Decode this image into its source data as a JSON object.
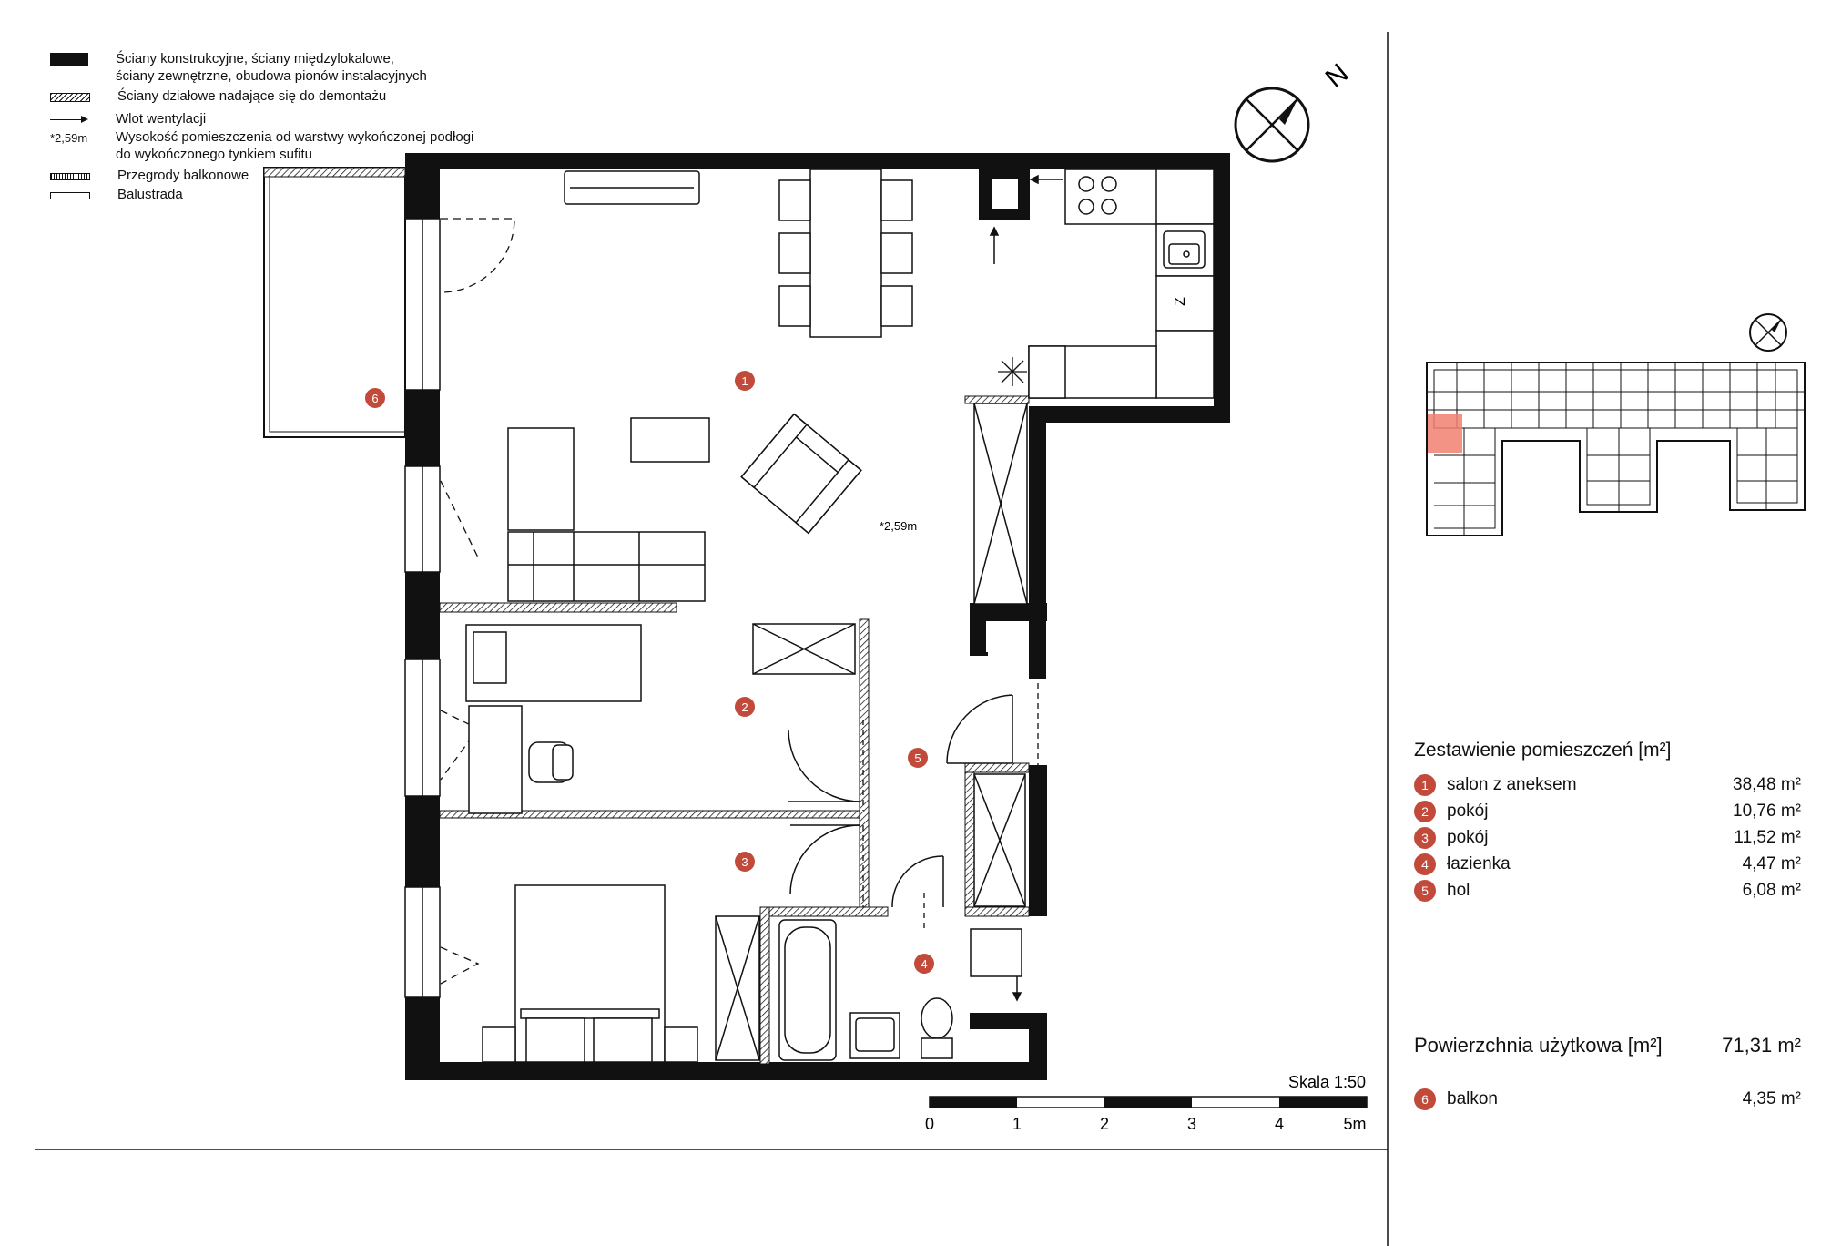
{
  "legend": {
    "structural": "Ściany konstrukcyjne, ściany międzylokalowe,",
    "structural_2": "ściany zewnętrzne, obudowa pionów instalacyjnych",
    "partition": "Ściany działowe nadające się do demontażu",
    "ventilation": "Wlot wentylacji",
    "height_mark": "*2,59m",
    "height_desc": "Wysokość pomieszczenia od warstwy wykończonej podłogi",
    "height_desc_2": "do wykończonego tynkiem sufitu",
    "balcony_barriers": "Przegrody balkonowe",
    "balustrade": "Balustrada"
  },
  "compass": {
    "north": "N"
  },
  "plan": {
    "room_numbers": [
      "1",
      "2",
      "3",
      "4",
      "5",
      "6"
    ],
    "height_annotation": "*2,59m",
    "fridge_label": "Z"
  },
  "scale": {
    "title": "Skala 1:50",
    "ticks": [
      "0",
      "1",
      "2",
      "3",
      "4",
      "5m"
    ]
  },
  "rooms_panel": {
    "title": "Zestawienie pomieszczeń [m²]",
    "rooms": [
      {
        "no": "1",
        "name": "salon z aneksem",
        "area": "38,48 m²"
      },
      {
        "no": "2",
        "name": "pokój",
        "area": "10,76 m²"
      },
      {
        "no": "3",
        "name": "pokój",
        "area": "11,52 m²"
      },
      {
        "no": "4",
        "name": "łazienka",
        "area": "4,47 m²"
      },
      {
        "no": "5",
        "name": "hol",
        "area": "6,08 m²"
      }
    ],
    "total_label": "Powierzchnia użytkowa [m²]",
    "total_value": "71,31 m²",
    "balcony": {
      "no": "6",
      "name": "balkon",
      "area": "4,35 m²"
    }
  },
  "colors": {
    "accent": "#c24a3a",
    "highlight": "#f08070",
    "wall": "#111111"
  }
}
